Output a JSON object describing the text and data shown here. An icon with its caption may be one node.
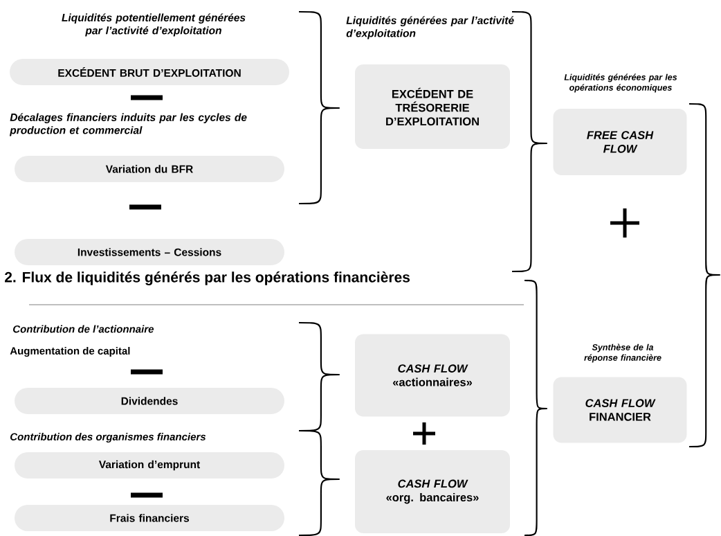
{
  "diagram": {
    "nodes": [
      {
        "text": [
          "EXCÉDENT BRUT D’EXPLOITATION"
        ]
      },
      {
        "text": [
          "Variation du BFR"
        ]
      },
      {
        "text": [
          "Investissements – Cessions"
        ]
      },
      {
        "text": [
          "EXCÉDENT DE TRÉSORERIE D’EXPLOITATION"
        ]
      },
      {
        "text": [
          "FREE CASH FLOW"
        ]
      },
      {
        "text": [
          "Dividendes"
        ]
      },
      {
        "text": [
          "Variation d’emprunt"
        ]
      },
      {
        "text": [
          "Frais financiers"
        ]
      },
      {
        "text": [
          "CASH FLOW",
          "«actionnaires»"
        ]
      },
      {
        "text": [
          "CASH FLOW",
          "«org. bancaires»"
        ]
      },
      {
        "text": [
          "CASH FLOW",
          "FINANCIER"
        ]
      }
    ],
    "labels": [
      "Liquidités potentiellement générées par l’activité d’exploitation",
      "Décalages financiers induits par les cycles de production et commercial",
      "Liquidités générées par l’activité d’exploitation",
      "Liquidités générées par les opérations économiques",
      "2. Flux de liquidités générés par les opérations financières",
      "Contribution de l’actionnaire",
      "Augmentation de capital",
      "Contribution des organismes financiers",
      "Synthèse de la réponse financière"
    ]
  }
}
